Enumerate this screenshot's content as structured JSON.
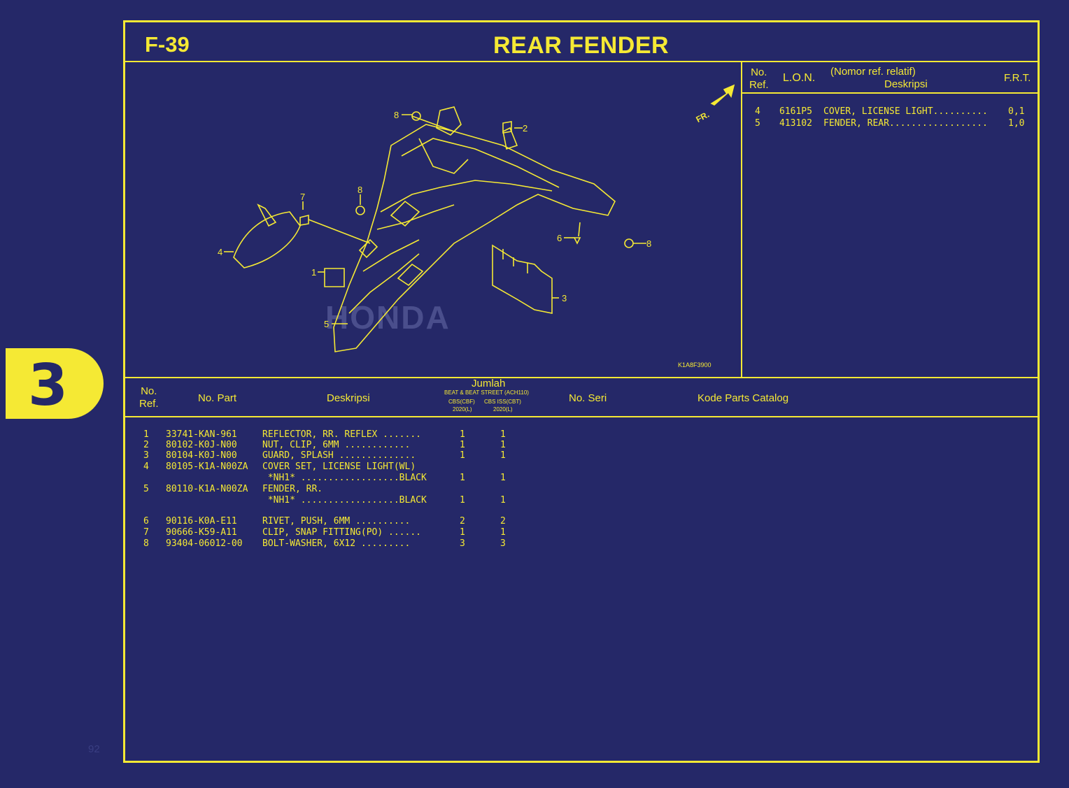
{
  "page": {
    "code": "F-39",
    "title": "REAR FENDER",
    "section_tab": "3",
    "page_number": "92",
    "diagram_code": "K1A8F3900"
  },
  "diagram": {
    "front_label": "FR.",
    "callouts": [
      "8",
      "2",
      "8",
      "7",
      "4",
      "1",
      "6",
      "8",
      "3",
      "5"
    ]
  },
  "lon_table": {
    "headers": {
      "no_ref": "No.\nRef.",
      "lon": "L.O.N.",
      "nomor_ref": "(Nomor ref. relatif)",
      "deskripsi": "Deskripsi",
      "frt": "F.R.T."
    },
    "rows": [
      {
        "ref": "4",
        "lon": "6161P5",
        "desc": "COVER, LICENSE LIGHT..........",
        "frt": "0,1"
      },
      {
        "ref": "5",
        "lon": "413102",
        "desc": "FENDER, REAR..................",
        "frt": "1,0"
      }
    ]
  },
  "parts_table": {
    "headers": {
      "no_ref": "No.\nRef.",
      "no_part": "No. Part",
      "deskripsi": "Deskripsi",
      "jumlah": "Jumlah",
      "models": "BEAT & BEAT STREET (ACH110)",
      "col1": "CBS(CBF)",
      "col2": "CBS ISS(CBT)",
      "year1": "2020(L)",
      "year2": "2020(L)",
      "no_seri": "No. Seri",
      "kode": "Kode Parts Catalog"
    },
    "rows": [
      {
        "ref": "1",
        "part": "33741-KAN-961",
        "desc": "REFLECTOR, RR. REFLEX .......",
        "q1": "1",
        "q2": "1"
      },
      {
        "ref": "2",
        "part": "80102-K0J-N00",
        "desc": "NUT, CLIP, 6MM ............",
        "q1": "1",
        "q2": "1"
      },
      {
        "ref": "3",
        "part": "80104-K0J-N00",
        "desc": "GUARD, SPLASH ..............",
        "q1": "1",
        "q2": "1"
      },
      {
        "ref": "4",
        "part": "80105-K1A-N00ZA",
        "desc": "COVER SET, LICENSE LIGHT(WL)",
        "q1": "",
        "q2": ""
      },
      {
        "ref": "",
        "part": "",
        "desc": " *NH1* ..................BLACK",
        "q1": "1",
        "q2": "1"
      },
      {
        "ref": "5",
        "part": "80110-K1A-N00ZA",
        "desc": "FENDER, RR.",
        "q1": "",
        "q2": ""
      },
      {
        "ref": "",
        "part": "",
        "desc": " *NH1* ..................BLACK",
        "q1": "1",
        "q2": "1"
      },
      {
        "ref": "6",
        "part": "90116-K0A-E11",
        "desc": "RIVET, PUSH, 6MM ..........",
        "q1": "2",
        "q2": "2"
      },
      {
        "ref": "7",
        "part": "90666-K59-A11",
        "desc": "CLIP, SNAP FITTING(PO) ......",
        "q1": "1",
        "q2": "1"
      },
      {
        "ref": "8",
        "part": "93404-06012-00",
        "desc": "BOLT-WASHER, 6X12 .........",
        "q1": "3",
        "q2": "3"
      }
    ]
  },
  "colors": {
    "background": "#252868",
    "accent": "#f5e934"
  }
}
